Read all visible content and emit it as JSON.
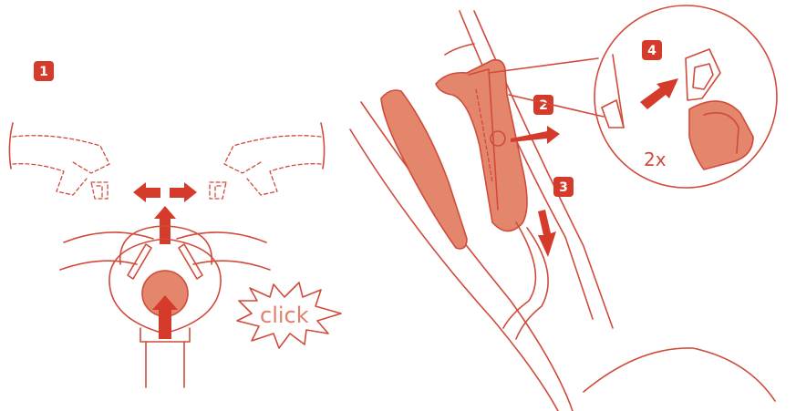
{
  "colors": {
    "line": "#d14a3a",
    "arrow": "#d43b2a",
    "fill": "#e4866c",
    "badge": "#d43b2a",
    "badge_text": "#ffffff",
    "click_text": "#e0806a"
  },
  "steps": {
    "step1": "1",
    "step2": "2",
    "step3": "3",
    "step4": "4"
  },
  "labels": {
    "click": "click",
    "repeat": "2x"
  }
}
